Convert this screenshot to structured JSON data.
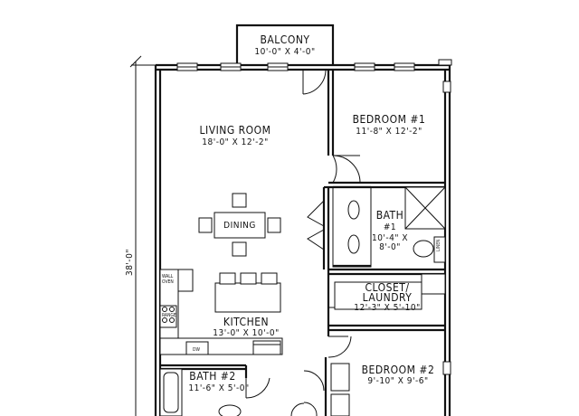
{
  "rooms": {
    "balcony": {
      "name": "BALCONY",
      "dims": "10'-0\" X 4'-0\""
    },
    "living_room": {
      "name": "LIVING ROOM",
      "dims": "18'-0\" X 12'-2\""
    },
    "bedroom1": {
      "name": "BEDROOM #1",
      "dims": "11'-8\" X 12'-2\""
    },
    "dining": {
      "name": "DINING"
    },
    "bath1": {
      "name_line1": "BATH",
      "name_line2": "#1",
      "dims_line1": "10'-4\" X",
      "dims_line2": "8'-0\""
    },
    "closet": {
      "name_line1": "CLOSET/",
      "name_line2": "LAUNDRY",
      "dims": "12'-3\" X 5'-10\""
    },
    "kitchen": {
      "name": "KITCHEN",
      "dims": "13'-0\" X 10'-0\""
    },
    "bath2": {
      "name": "BATH #2",
      "dims": "11'-6\" X 5'-0\""
    },
    "bedroom2": {
      "name": "BEDROOM #2",
      "dims": "9'-10\" X 9'-6\""
    }
  },
  "appliances": {
    "wall_oven_line1": "WALL",
    "wall_oven_line2": "OVEN",
    "range": "RANGE",
    "dishwasher": "DW",
    "linen": "LINEN"
  },
  "overall_dimension": "38'-0\""
}
